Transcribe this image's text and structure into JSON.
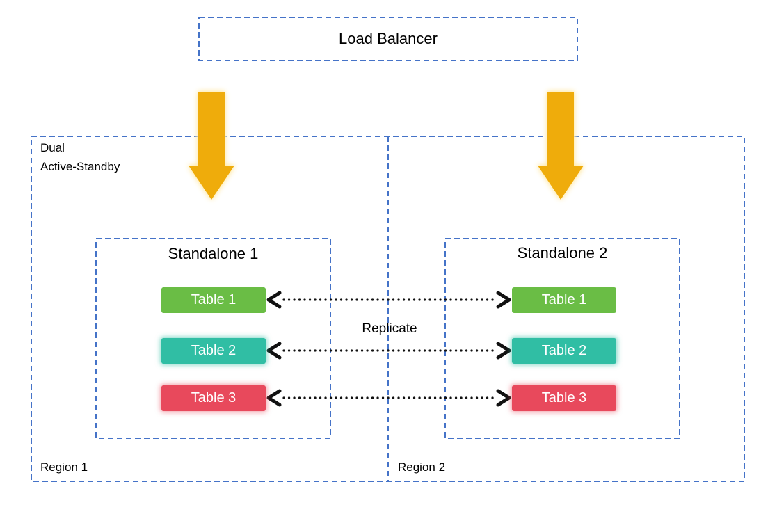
{
  "diagram": {
    "load_balancer": {
      "label": "Load Balancer"
    },
    "group": {
      "label_line1": "Dual",
      "label_line2": "Active-Standby",
      "regions": [
        {
          "label": "Region 1",
          "standalone": {
            "title": "Standalone 1",
            "tables": [
              "Table 1",
              "Table 2",
              "Table 3"
            ]
          }
        },
        {
          "label": "Region 2",
          "standalone": {
            "title": "Standalone 2",
            "tables": [
              "Table 1",
              "Table 2",
              "Table 3"
            ]
          }
        }
      ]
    },
    "replicate_label": "Replicate",
    "icons": {
      "down_arrow": "block-arrow-down",
      "replication_arrow": "dotted-double-headed-arrow"
    },
    "colors": {
      "dashed_border": "#4573C8",
      "arrow_gold": "#EFAC0B",
      "table_green": "#6ABD45",
      "table_teal": "#30BEA4",
      "table_red": "#E8495C",
      "table_text": "#FFFFFF"
    }
  }
}
